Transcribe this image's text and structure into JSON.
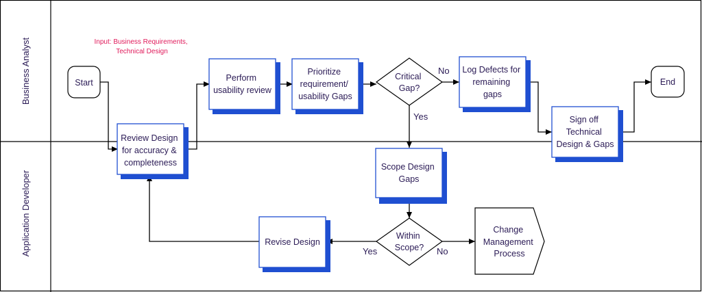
{
  "colors": {
    "box_border": "#1f4fd1",
    "shadow": "#1f4fd1",
    "text": "#2a1a55",
    "note": "#e0195a",
    "line": "#000000"
  },
  "lanes": [
    {
      "id": "ba",
      "label": "Business Analyst"
    },
    {
      "id": "ad",
      "label": "Application Developer"
    }
  ],
  "note": {
    "lines": [
      "Input: Business Requirements,",
      "Technical Design"
    ]
  },
  "nodes": {
    "start": {
      "lines": [
        "Start"
      ]
    },
    "review": {
      "lines": [
        "Review Design",
        "for accuracy &",
        "completeness"
      ]
    },
    "perform": {
      "lines": [
        "Perform",
        "usability review"
      ]
    },
    "prioritize": {
      "lines": [
        "Prioritize",
        "requirement/",
        "usability Gaps"
      ]
    },
    "critical": {
      "lines": [
        "Critical",
        "Gap?"
      ]
    },
    "logdefects": {
      "lines": [
        "Log Defects for",
        "remaining",
        "gaps"
      ]
    },
    "signoff": {
      "lines": [
        "Sign off",
        "Technical",
        "Design & Gaps"
      ]
    },
    "end": {
      "lines": [
        "End"
      ]
    },
    "scope": {
      "lines": [
        "Scope Design",
        "Gaps"
      ]
    },
    "within": {
      "lines": [
        "Within",
        "Scope?"
      ]
    },
    "revise": {
      "lines": [
        "Revise Design"
      ]
    },
    "change": {
      "lines": [
        "Change",
        "Management",
        "Process"
      ]
    }
  },
  "edge_labels": {
    "critical_no": "No",
    "critical_yes": "Yes",
    "within_yes": "Yes",
    "within_no": "No"
  }
}
